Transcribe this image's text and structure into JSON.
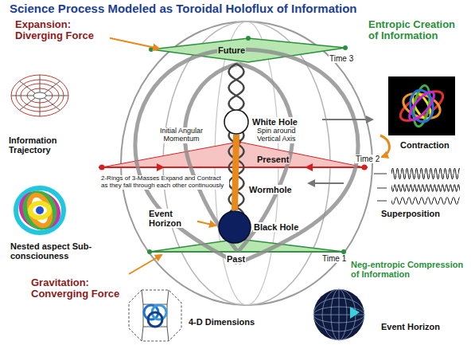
{
  "diagram": {
    "title": "Science Process Modeled as Toroidal Holoflux of Information",
    "nodes": [
      {
        "text": [
          "White Hole"
        ]
      },
      {
        "text": [
          "Black Hole"
        ]
      }
    ],
    "edges": [
      {
        "from": 0,
        "to": 1,
        "arrow": "none"
      }
    ],
    "labels": [
      "Expansion: Diverging Force",
      "Entropic Creation of Information",
      "Future",
      "Time 3",
      "Information Trajectory",
      "Initial Angular Momentum",
      "Spin around Vertical Axis",
      "Contraction",
      "Present",
      "Time 2",
      "2-Rings of 3-Masses Expand and Contract as they fall through each other continuously",
      "Wormhole",
      "Superposition",
      "Event Horizon",
      "Nested aspect Sub-consciouness",
      "Past",
      "Time 1",
      "Neg-entropic Compression of Information",
      "Gravitation: Converging Force",
      "4-D Dimensions",
      "Event Horizon"
    ]
  }
}
